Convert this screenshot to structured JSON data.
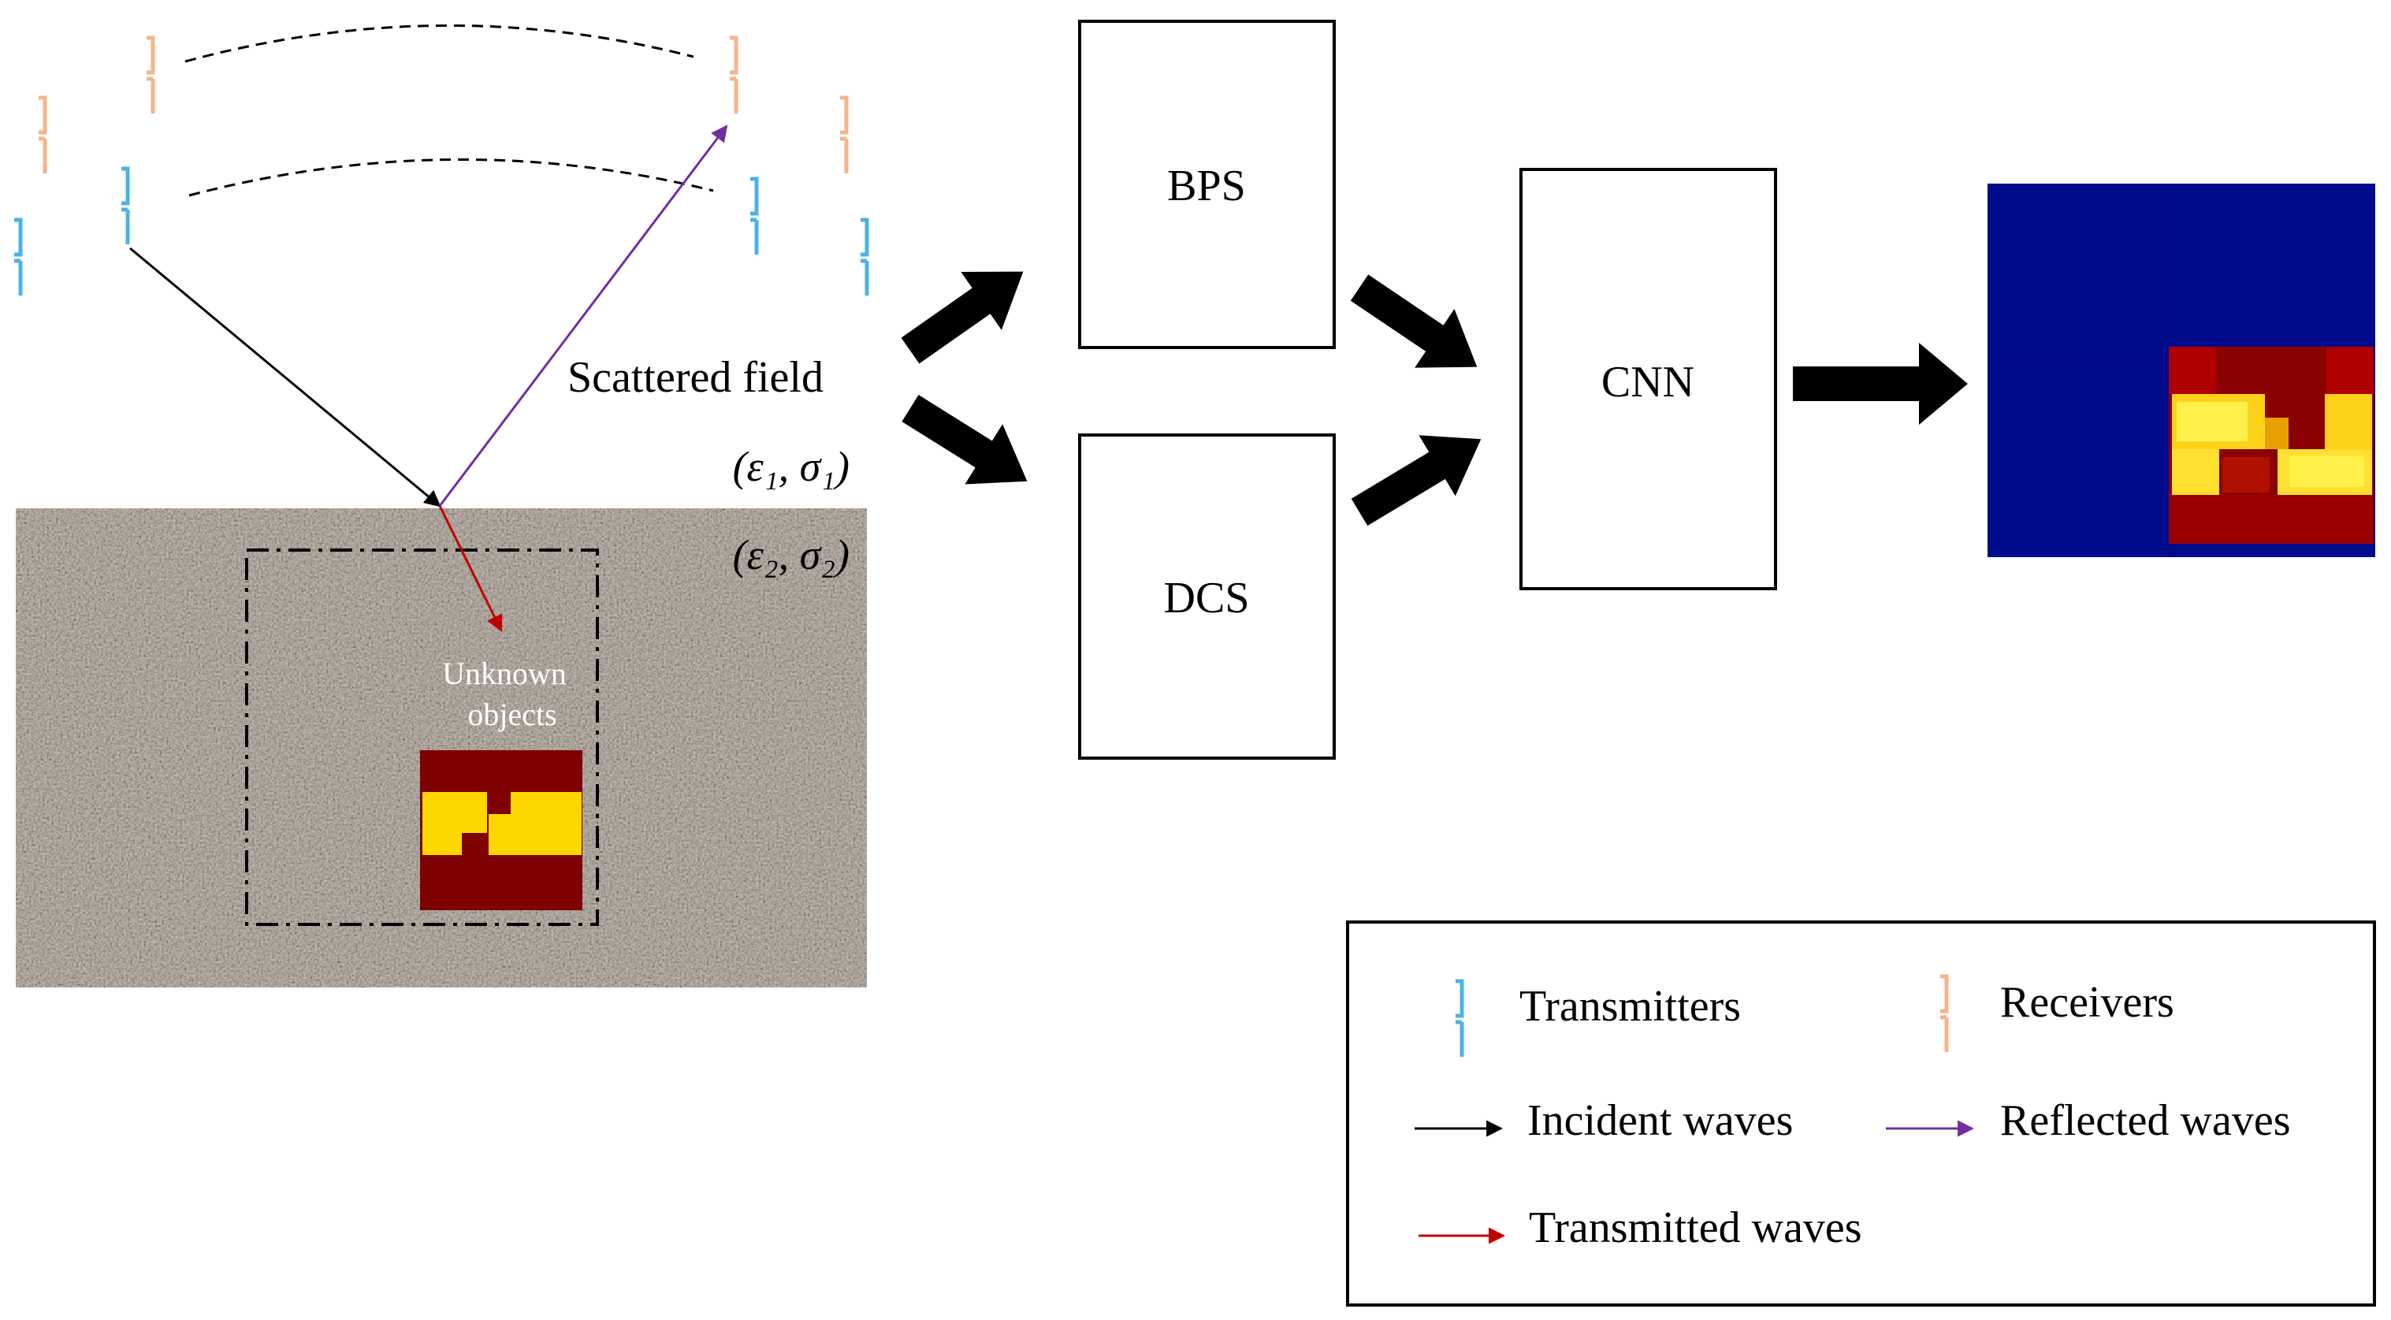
{
  "colors": {
    "transmitter": "#4BB3E6",
    "receiver": "#F5B48A",
    "incident": "#000000",
    "reflected": "#7030A0",
    "transmitted": "#C00000",
    "soil": "#A39484",
    "object_dark": "#7F0000",
    "object_light": "#FFD700",
    "recon_background": "#000C8C"
  },
  "icons": {
    "antenna": "dipole-antenna-icon",
    "arrow": "block-arrow-icon"
  },
  "scene": {
    "scattered_field_label": "Scattered field",
    "medium1_label": "(ε₁, σ₁)",
    "medium2_label": "(ε₂, σ₂)",
    "unknown_objects_line1": "Unknown",
    "unknown_objects_line2": "objects"
  },
  "pipeline": {
    "bps_label": "BPS",
    "dcs_label": "DCS",
    "cnn_label": "CNN"
  },
  "legend": {
    "transmitters": "Transmitters",
    "receivers": "Receivers",
    "incident_waves": "Incident waves",
    "reflected_waves": "Reflected waves",
    "transmitted_waves": "Transmitted waves"
  }
}
